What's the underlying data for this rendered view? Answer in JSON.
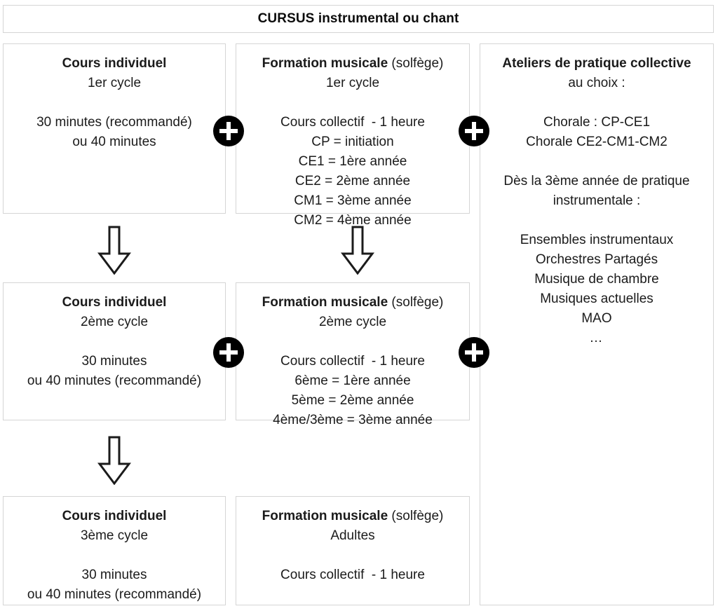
{
  "title": {
    "text": "CURSUS instrumental ou chant"
  },
  "icons": {
    "plus": "plus-circle-icon",
    "arrow": "arrow-down-icon"
  },
  "colors": {
    "badge_fill": "#000000",
    "badge_glyph": "#ffffff",
    "box_border": "#d5d5d5",
    "text": "#1b1b1b",
    "background": "#ffffff"
  },
  "columns": {
    "individual": {
      "cycle1": {
        "heading": "Cours individuel",
        "subheading": "1er cycle",
        "lines": [
          "30 minutes (recommandé)",
          "ou 40 minutes"
        ]
      },
      "cycle2": {
        "heading": "Cours individuel",
        "subheading": "2ème cycle",
        "lines": [
          "30 minutes",
          "ou 40 minutes (recommandé)"
        ]
      },
      "cycle3": {
        "heading": "Cours individuel",
        "subheading": "3ème cycle",
        "lines": [
          "30 minutes",
          "ou 40 minutes (recommandé)"
        ]
      }
    },
    "formation_musicale": {
      "cycle1": {
        "heading_bold": "Formation musicale",
        "heading_regular": " (solfège)",
        "subheading": "1er cycle",
        "lines": [
          "Cours collectif  - 1 heure",
          "CP = initiation",
          "CE1 = 1ère année",
          "CE2 = 2ème année",
          "CM1 = 3ème année",
          "CM2 = 4ème année"
        ]
      },
      "cycle2": {
        "heading_bold": "Formation musicale",
        "heading_regular": " (solfège)",
        "subheading": "2ème cycle",
        "lines": [
          "Cours collectif  - 1 heure",
          "6ème = 1ère année",
          "5ème = 2ème année",
          "4ème/3ème = 3ème année"
        ]
      },
      "adultes": {
        "heading_bold": "Formation musicale",
        "heading_regular": " (solfège)",
        "subheading": "Adultes",
        "lines": [
          "Cours collectif  - 1 heure"
        ]
      }
    },
    "ateliers": {
      "heading": "Ateliers de pratique collective",
      "subheading": "au choix :",
      "choir_lines": [
        "Chorale : CP-CE1",
        "Chorale CE2-CM1-CM2"
      ],
      "condition_lines": [
        "Dès la 3ème année de pratique",
        "instrumentale :"
      ],
      "ensemble_lines": [
        "Ensembles instrumentaux",
        "Orchestres Partagés",
        "Musique de chambre",
        "Musiques actuelles",
        "MAO"
      ],
      "more": "…"
    }
  }
}
